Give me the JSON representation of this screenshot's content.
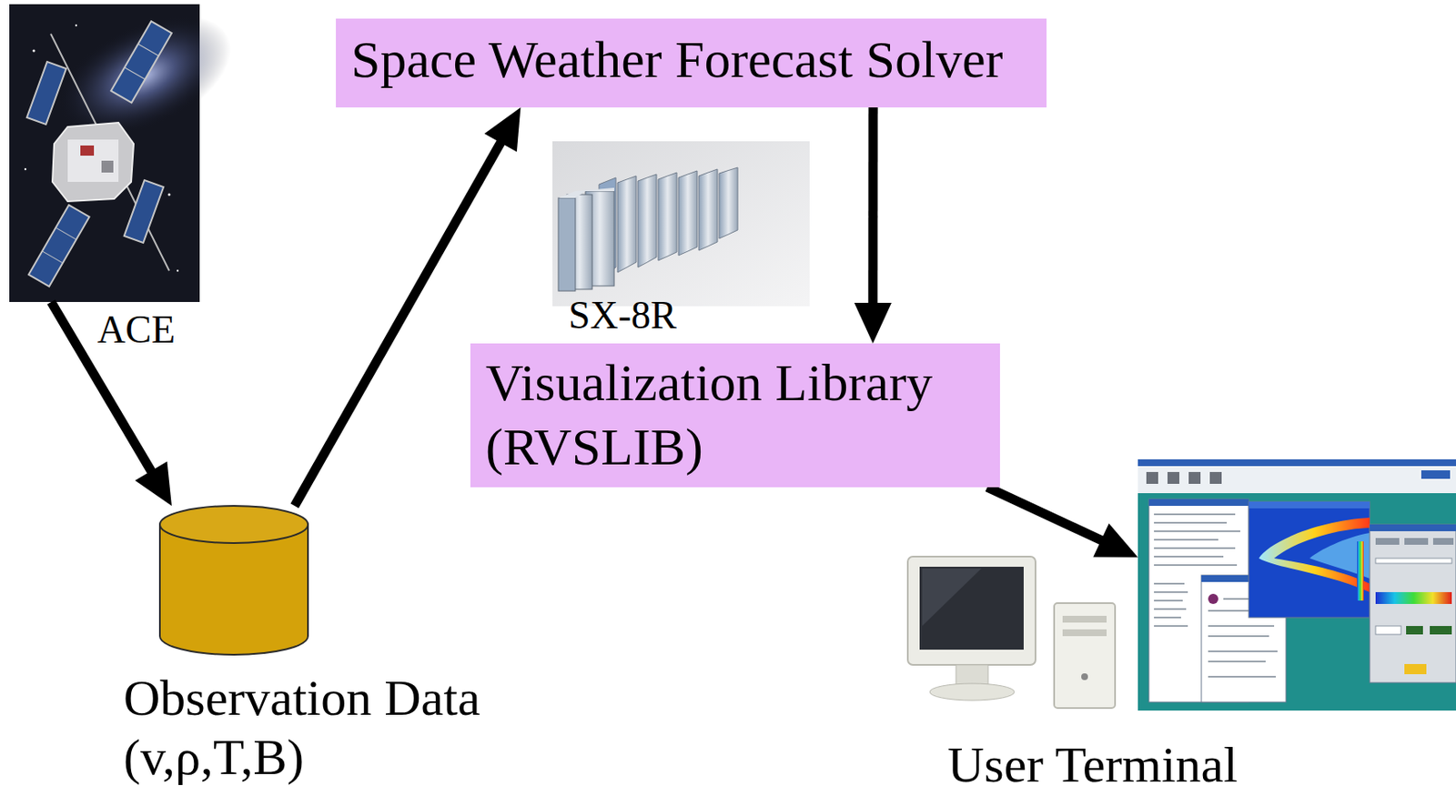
{
  "diagram": {
    "nodes": [
      {
        "text": [
          "ACE"
        ]
      },
      {
        "text": [
          "Space Weather Forecast Solver"
        ]
      },
      {
        "text": [
          "Visualization Library (RVSLIB)"
        ]
      },
      {
        "text": [
          "Observation Data (v,ρ,T,B)"
        ]
      },
      {
        "text": [
          "User Terminal"
        ]
      }
    ],
    "edges": [
      {
        "from": 0,
        "to": 3,
        "arrow": "to"
      },
      {
        "from": 3,
        "to": 1,
        "arrow": "to"
      },
      {
        "from": 1,
        "to": 2,
        "arrow": "to"
      },
      {
        "from": 2,
        "to": 4,
        "arrow": "to"
      }
    ],
    "labels": [
      "SX-8R"
    ]
  }
}
